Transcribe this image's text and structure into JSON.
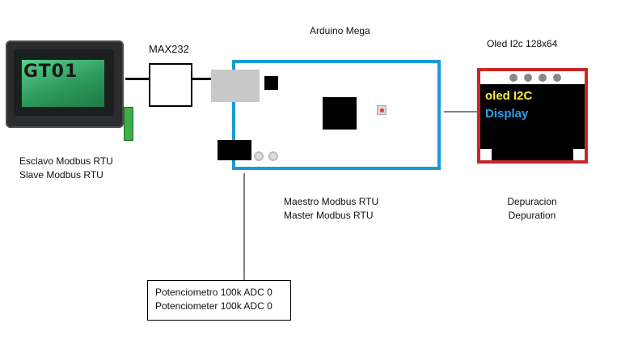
{
  "hmi": {
    "screen_text": "GT01",
    "caption_es": "Esclavo  Modbus RTU",
    "caption_en": "Slave Modbus RTU"
  },
  "max232": {
    "label": "MAX232"
  },
  "arduino": {
    "label": "Arduino Mega",
    "caption_es": "Maestro Modbus RTU",
    "caption_en": "Master Modbus RTU"
  },
  "oled": {
    "label": "Oled  I2c   128x64",
    "line1": "oled I2C",
    "line2": "Display",
    "caption_es": "Depuracion",
    "caption_en": "Depuration"
  },
  "pot": {
    "line1": "Potenciometro 100k  ADC 0",
    "line2": "Potenciometer 100k ADC 0"
  },
  "colors": {
    "arduino_border": "#1a9ad6",
    "oled_border": "#c62828",
    "oled_text1": "#ffeb3b",
    "oled_text2": "#2aa0e8",
    "connector_line": "#808080"
  }
}
